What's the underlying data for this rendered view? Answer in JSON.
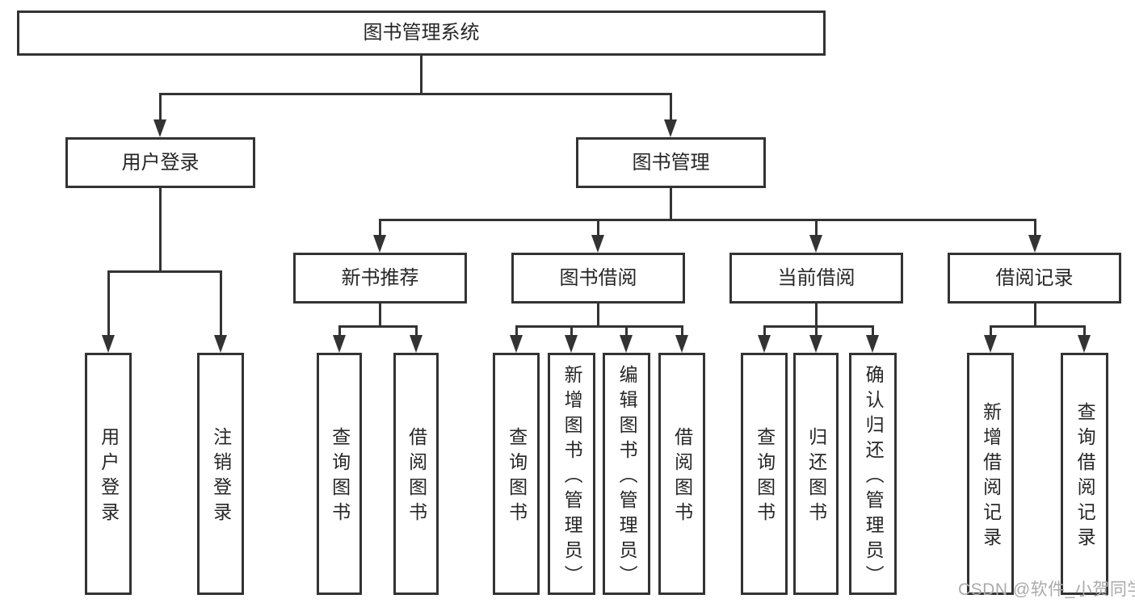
{
  "diagram": {
    "type": "hierarchy-tree",
    "title": "图书管理系统",
    "watermark": "CSDN @软件_小贺同学",
    "colors": {
      "background": "#ffffff",
      "line": "#333333",
      "box_border": "#333333",
      "text": "#262626",
      "watermark": "#aaaaaa"
    },
    "nodes": {
      "root": {
        "label": "图书管理系统",
        "level": 0,
        "parent": null
      },
      "user_login": {
        "label": "用户登录",
        "level": 1,
        "parent": "root"
      },
      "book_management": {
        "label": "图书管理",
        "level": 1,
        "parent": "root"
      },
      "login": {
        "label": "用户登录",
        "level": 2,
        "parent": "user_login",
        "orientation": "vertical"
      },
      "logout": {
        "label": "注销登录",
        "level": 2,
        "parent": "user_login",
        "orientation": "vertical"
      },
      "new_book_recommend": {
        "label": "新书推荐",
        "level": 2,
        "parent": "book_management"
      },
      "book_borrow": {
        "label": "图书借阅",
        "level": 2,
        "parent": "book_management"
      },
      "current_borrow": {
        "label": "当前借阅",
        "level": 2,
        "parent": "book_management"
      },
      "borrow_record": {
        "label": "借阅记录",
        "level": 2,
        "parent": "book_management"
      },
      "nbr_query_book": {
        "label": "查询图书",
        "level": 3,
        "parent": "new_book_recommend",
        "orientation": "vertical"
      },
      "nbr_borrow_book": {
        "label": "借阅图书",
        "level": 3,
        "parent": "new_book_recommend",
        "orientation": "vertical"
      },
      "bb_query_book": {
        "label": "查询图书",
        "level": 3,
        "parent": "book_borrow",
        "orientation": "vertical"
      },
      "bb_add_book": {
        "label": "新增图书（管理员）",
        "level": 3,
        "parent": "book_borrow",
        "orientation": "vertical"
      },
      "bb_edit_book": {
        "label": "编辑图书（管理员）",
        "level": 3,
        "parent": "book_borrow",
        "orientation": "vertical"
      },
      "bb_borrow_book": {
        "label": "借阅图书",
        "level": 3,
        "parent": "book_borrow",
        "orientation": "vertical"
      },
      "cb_query_book": {
        "label": "查询图书",
        "level": 3,
        "parent": "current_borrow",
        "orientation": "vertical"
      },
      "cb_return_book": {
        "label": "归还图书",
        "level": 3,
        "parent": "current_borrow",
        "orientation": "vertical"
      },
      "cb_confirm_return": {
        "label": "确认归还（管理员）",
        "level": 3,
        "parent": "current_borrow",
        "orientation": "vertical"
      },
      "br_add_record": {
        "label": "新增借阅记录",
        "level": 3,
        "parent": "borrow_record",
        "orientation": "vertical"
      },
      "br_query_record": {
        "label": "查询借阅记录",
        "level": 3,
        "parent": "borrow_record",
        "orientation": "vertical"
      }
    }
  }
}
